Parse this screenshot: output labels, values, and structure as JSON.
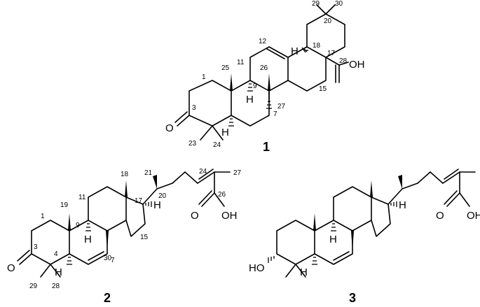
{
  "compounds": [
    {
      "id": "1",
      "atoms": {
        "oxo": "O",
        "acid_oh": "OH",
        "h18": "H",
        "h9": "H",
        "h5": "H"
      },
      "locants": [
        "1",
        "3",
        "7",
        "9",
        "11",
        "12",
        "15",
        "17",
        "18",
        "20",
        "23",
        "24",
        "25",
        "26",
        "27",
        "28",
        "29",
        "30"
      ]
    },
    {
      "id": "2",
      "atoms": {
        "oxo": "O",
        "acid_o": "O",
        "acid_oh": "OH",
        "h17": "H",
        "h9": "H",
        "h5": "H"
      },
      "locants": [
        "1",
        "3",
        "4",
        "7",
        "9",
        "11",
        "15",
        "17",
        "18",
        "19",
        "20",
        "21",
        "24",
        "26",
        "27",
        "28",
        "29",
        "30"
      ]
    },
    {
      "id": "3",
      "atoms": {
        "hydroxy": "HO",
        "acid_o": "O",
        "acid_oh": "OH",
        "h17": "H",
        "h9": "H",
        "h5": "H"
      },
      "locants": []
    }
  ]
}
